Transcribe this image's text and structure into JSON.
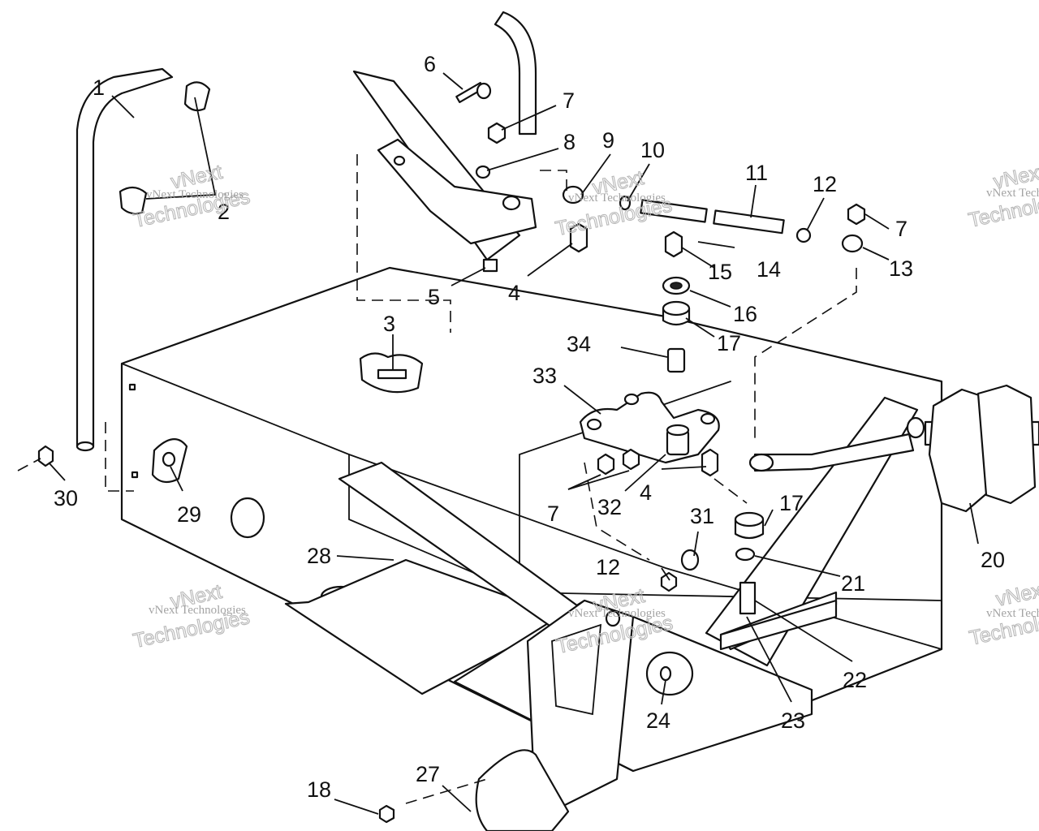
{
  "diagram": {
    "callouts": [
      {
        "id": "c1",
        "text": "1"
      },
      {
        "id": "c2",
        "text": "2"
      },
      {
        "id": "c3",
        "text": "3"
      },
      {
        "id": "c4a",
        "text": "4"
      },
      {
        "id": "c4b",
        "text": "4"
      },
      {
        "id": "c5",
        "text": "5"
      },
      {
        "id": "c6",
        "text": "6"
      },
      {
        "id": "c7a",
        "text": "7"
      },
      {
        "id": "c7b",
        "text": "7"
      },
      {
        "id": "c7c",
        "text": "7"
      },
      {
        "id": "c8",
        "text": "8"
      },
      {
        "id": "c9",
        "text": "9"
      },
      {
        "id": "c10",
        "text": "10"
      },
      {
        "id": "c11",
        "text": "11"
      },
      {
        "id": "c12a",
        "text": "12"
      },
      {
        "id": "c12b",
        "text": "12"
      },
      {
        "id": "c13",
        "text": "13"
      },
      {
        "id": "c14",
        "text": "14"
      },
      {
        "id": "c15",
        "text": "15"
      },
      {
        "id": "c16",
        "text": "16"
      },
      {
        "id": "c17a",
        "text": "17"
      },
      {
        "id": "c17b",
        "text": "17"
      },
      {
        "id": "c18",
        "text": "18"
      },
      {
        "id": "c20",
        "text": "20"
      },
      {
        "id": "c21",
        "text": "21"
      },
      {
        "id": "c22",
        "text": "22"
      },
      {
        "id": "c23",
        "text": "23"
      },
      {
        "id": "c24",
        "text": "24"
      },
      {
        "id": "c27",
        "text": "27"
      },
      {
        "id": "c28",
        "text": "28"
      },
      {
        "id": "c29",
        "text": "29"
      },
      {
        "id": "c30",
        "text": "30"
      },
      {
        "id": "c31",
        "text": "31"
      },
      {
        "id": "c32",
        "text": "32"
      },
      {
        "id": "c33",
        "text": "33"
      },
      {
        "id": "c34",
        "text": "34"
      }
    ],
    "watermark": {
      "line1": "vNext",
      "line2": "Technologies",
      "small": "vNext Technologies"
    }
  }
}
